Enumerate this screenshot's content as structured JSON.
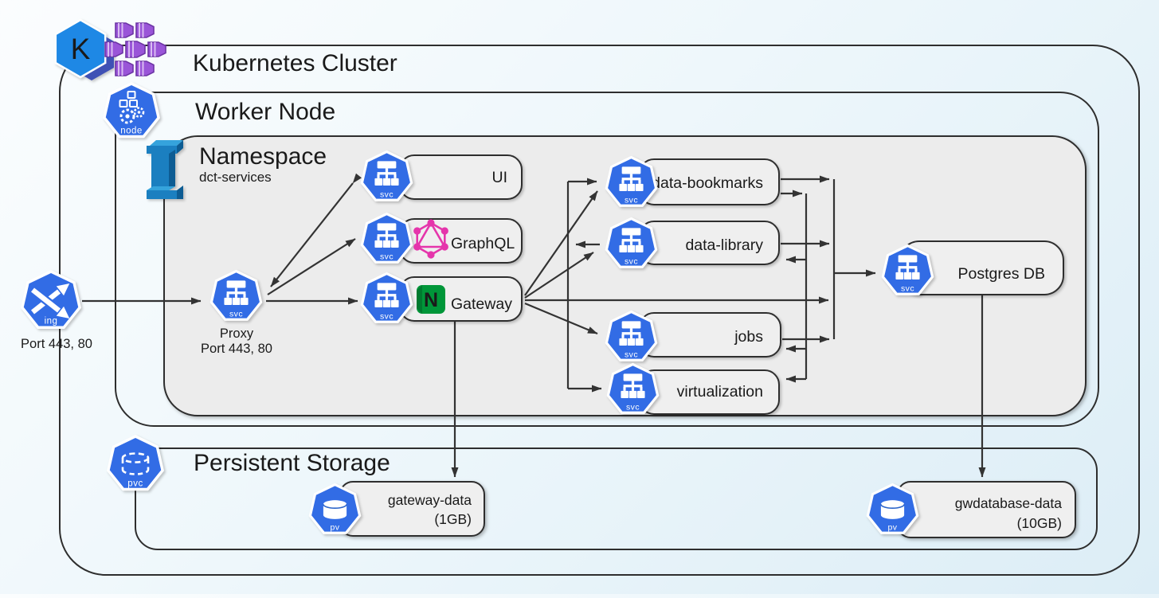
{
  "cluster": {
    "title": "Kubernetes Cluster"
  },
  "worker": {
    "title": "Worker Node"
  },
  "namespace": {
    "title": "Namespace",
    "name": "dct-services"
  },
  "storage": {
    "title": "Persistent Storage"
  },
  "ingress": {
    "badge": "ing",
    "ports": "Port 443, 80"
  },
  "proxy": {
    "name": "Proxy",
    "ports": "Port 443, 80"
  },
  "badges": {
    "svc": "svc",
    "pv": "pv",
    "pvc": "pvc",
    "node": "node"
  },
  "services": {
    "ui": {
      "label": "UI"
    },
    "graphql": {
      "label": "GraphQL"
    },
    "gateway": {
      "label": "Gateway"
    },
    "data_bookmarks": {
      "label": "data-bookmarks"
    },
    "data_library": {
      "label": "data-library"
    },
    "jobs": {
      "label": "jobs"
    },
    "virtualization": {
      "label": "virtualization"
    },
    "postgres": {
      "label": "Postgres DB"
    }
  },
  "volumes": {
    "gateway_data": {
      "name": "gateway-data",
      "size": "(1GB)"
    },
    "gwdatabase_data": {
      "name": "gwdatabase-data",
      "size": "(10GB)"
    }
  },
  "logos": {
    "kubernetes": "K",
    "nginx": "N"
  },
  "colors": {
    "k8s_blue": "#326ce5",
    "logo_blue": "#1e88e5",
    "logo_indigo": "#3f51b5",
    "container_purple": "#9a55d8",
    "graphql_pink": "#e535ab",
    "nginx_green": "#009639",
    "pillar_blue": "#1b7fc0",
    "line": "#333333",
    "namespace_fill": "#ececec"
  }
}
